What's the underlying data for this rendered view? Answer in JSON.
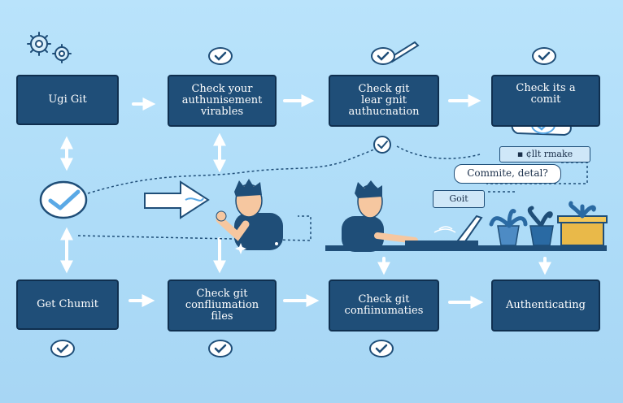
{
  "colors": {
    "box": "#1f4e78",
    "arrow": "#ffffff",
    "accent": "#5aa9e6",
    "plant": "#e9b949"
  },
  "boxes": {
    "b1": {
      "text": "Ugi Git"
    },
    "b2": {
      "text_lines": [
        "Check your",
        "authunisement",
        "virables"
      ]
    },
    "b3": {
      "text_lines": [
        "Check git",
        "lear gnit",
        "authucnation"
      ]
    },
    "b4": {
      "text_lines": [
        "Check its a",
        "comit"
      ]
    },
    "b5": {
      "text": "Get Chumit"
    },
    "b6": {
      "text_lines": [
        "Check git",
        "confliumation",
        "files"
      ]
    },
    "b7": {
      "text_lines": [
        "Check git",
        "confiinumaties"
      ]
    },
    "b8": {
      "text": "Authenticating"
    }
  },
  "bubbles": {
    "tag_top": "▪ ¢llt rmake",
    "speech": "Commite, detal?",
    "tag_small": "Goit"
  },
  "icons": [
    "gear-icon",
    "checkmark-icon",
    "pencil-icon",
    "cloud-icon",
    "laptop-icon",
    "plant-icon",
    "person-icon"
  ]
}
